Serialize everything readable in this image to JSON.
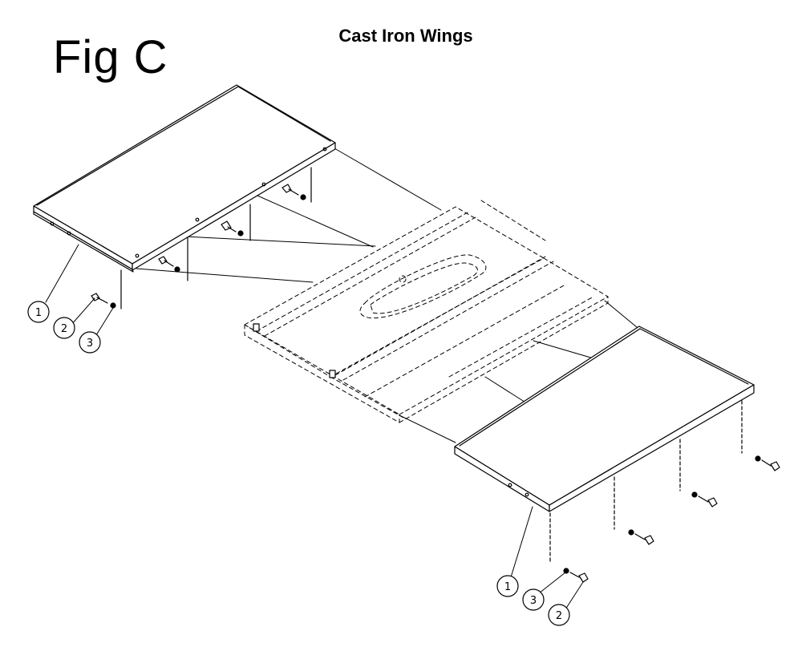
{
  "figure": {
    "label": "Fig C",
    "title": "Cast Iron Wings"
  },
  "callouts": {
    "left": [
      "1",
      "2",
      "3"
    ],
    "right": [
      "1",
      "3",
      "2"
    ]
  },
  "colors": {
    "line": "#000000",
    "background": "#ffffff"
  }
}
